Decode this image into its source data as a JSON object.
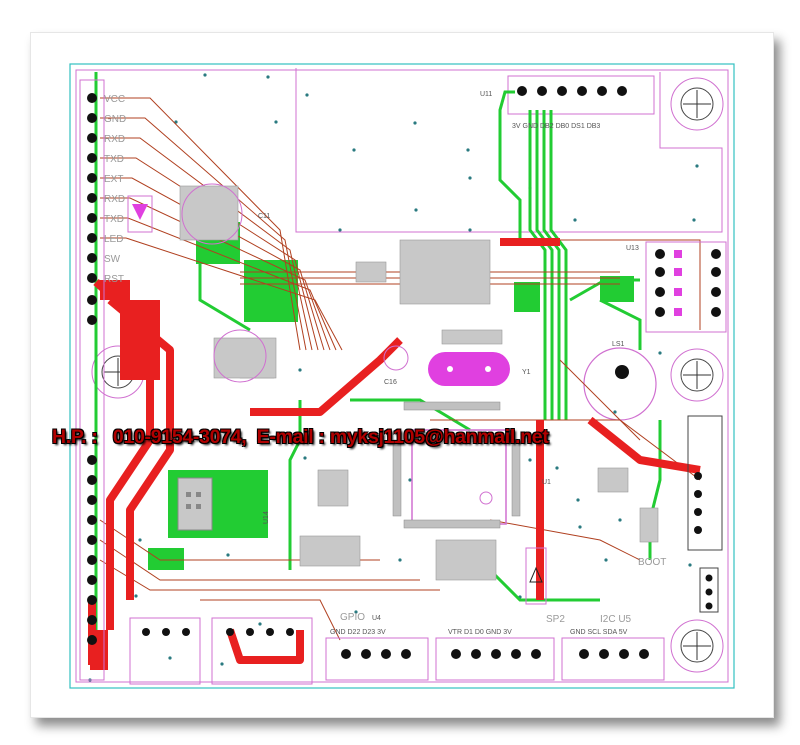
{
  "contact": {
    "hp_label": "H.P.",
    "hp_sep": ":",
    "phone": "010-9154-3074,",
    "email_label": "E-mail",
    "email_sep": ":",
    "email": "myksj1105@hanmail.net"
  },
  "board": {
    "colors": {
      "outline": "#33c0c0",
      "copper_top": "#e82020",
      "copper_bottom": "#22cc33",
      "silk": "#c060c0",
      "pad": "#111111",
      "trace": "#b04020",
      "crystal": "#e040e0"
    },
    "left_header_labels": [
      "VCC",
      "GND",
      "RXD",
      "TXD",
      "EXT",
      "RXD",
      "TXD",
      "LED",
      "SW",
      "RST"
    ],
    "components": {
      "u11": "U11",
      "u11_pins": "3V GND DB2 DB0 DS1 DB3",
      "u13": "U13",
      "c11": "C11",
      "ls1": "LS1",
      "y1": "Y1",
      "c16": "C16",
      "u1": "U1",
      "u14": "U14",
      "gpio": "GPIO",
      "u4": "U4",
      "sp2": "SP2",
      "i2c_u5": "I2C U5",
      "boot": "BOOT",
      "gpio_pins": "GND D22 D23 3V",
      "sp2_pins": "VTR D1 D0 GND 3V",
      "i2c_pins": "GND SCL SDA 5V"
    }
  }
}
